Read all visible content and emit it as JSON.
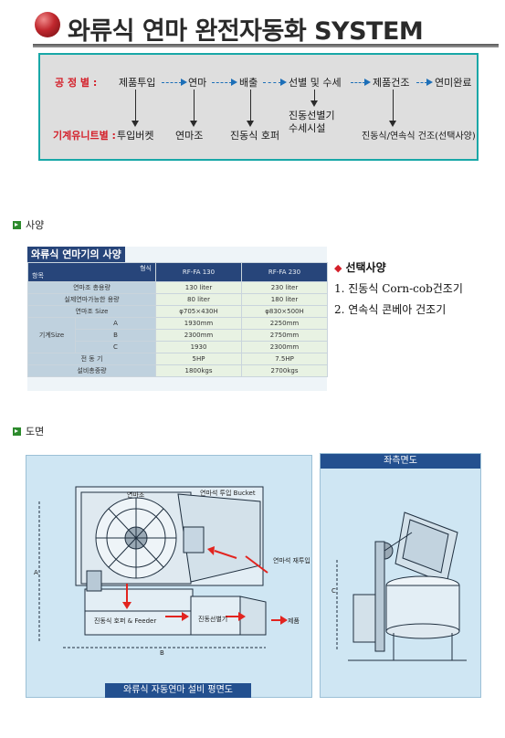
{
  "header": {
    "title": "와류식 연마 완전자동화 SYSTEM"
  },
  "process": {
    "row1_label": "공 정 별 :",
    "row2_label": "기계유니트별 :",
    "steps": [
      "제품투입",
      "연마",
      "배출",
      "선별 및 수세",
      "제품건조",
      "연미완료"
    ],
    "units": [
      "투입버켓",
      "연마조",
      "진동식 호퍼",
      "진동선별기\n수세시설",
      "진동식/연속식 건조(선택사양)"
    ]
  },
  "spec_section": {
    "label": "사양"
  },
  "spec_table": {
    "caption": "와류식 연마기의 사양",
    "corner_top": "형식",
    "corner_bottom": "항목",
    "models": [
      "RF-FA 130",
      "RF-FA 230"
    ],
    "rows": [
      {
        "label": "연마조 총용량",
        "values": [
          "130 liter",
          "230 liter"
        ]
      },
      {
        "label": "실제연마가능한 용량",
        "values": [
          "80 liter",
          "180 liter"
        ]
      },
      {
        "label": "연마조 Size",
        "values": [
          "φ705×430H",
          "φ830×500H"
        ]
      }
    ],
    "machine_size": {
      "label": "기계Size",
      "rows": [
        {
          "sub": "A",
          "values": [
            "1930mm",
            "2250mm"
          ]
        },
        {
          "sub": "B",
          "values": [
            "2300mm",
            "2750mm"
          ]
        },
        {
          "sub": "C",
          "values": [
            "1930",
            "2300mm"
          ]
        }
      ]
    },
    "rows_after": [
      {
        "label": "전 동 기",
        "values": [
          "5HP",
          "7.5HP"
        ]
      },
      {
        "label": "설비총중량",
        "values": [
          "1800kgs",
          "2700kgs"
        ]
      }
    ]
  },
  "options": {
    "title": "선택사양",
    "items": [
      "1. 진동식 Corn-cob건조기",
      "2. 연속식 콘베아 건조기"
    ]
  },
  "drawing_section": {
    "label": "도면"
  },
  "plan_drawing": {
    "caption": "와류식 자동연마 설비 평면도",
    "labels": {
      "tank": "연마조",
      "bucket": "연마석 투입 Bucket",
      "reinput": "연마석 재투입",
      "hopper": "진동식 호퍼 & Feeder",
      "sorter": "진동선별기",
      "product": "제품",
      "dim_a": "A",
      "dim_b": "B"
    }
  },
  "side_drawing": {
    "caption": "좌측면도",
    "labels": {
      "dim_c": "C"
    }
  },
  "colors": {
    "accent_red": "#d4202a",
    "accent_blue": "#1c6fb8",
    "frame_teal": "#18a7a7",
    "table_navy": "#27457a",
    "drawing_bg": "#cfe6f3"
  }
}
